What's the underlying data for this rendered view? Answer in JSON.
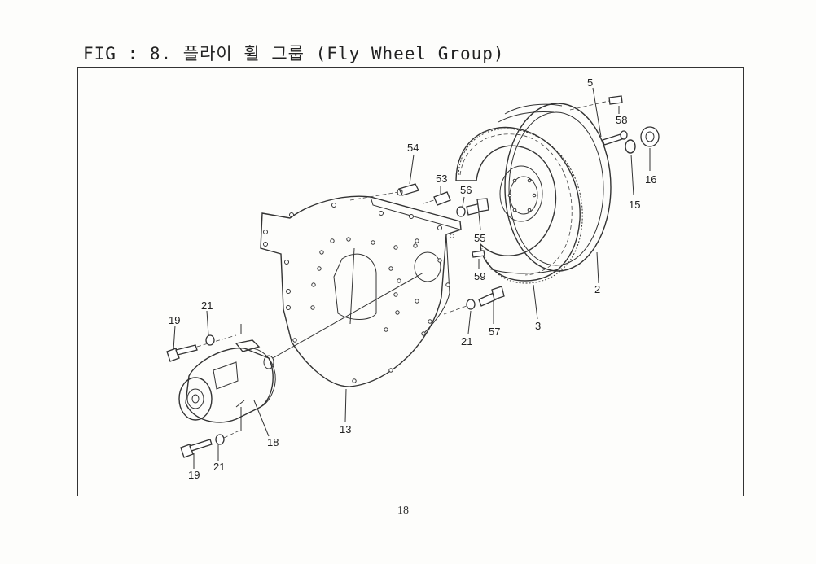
{
  "title": "FIG : 8. 플라이 휠 그룹 (Fly Wheel Group)",
  "page_number": "18",
  "callouts": {
    "c5": "5",
    "c58": "58",
    "c16": "16",
    "c15": "15",
    "c54": "54",
    "c53": "53",
    "c56": "56",
    "c55": "55",
    "c59": "59",
    "c2": "2",
    "c3": "3",
    "c57": "57",
    "c21a": "21",
    "c19a": "19",
    "c21b": "21",
    "c21c": "21",
    "c19b": "19",
    "c18": "18",
    "c13": "13"
  }
}
